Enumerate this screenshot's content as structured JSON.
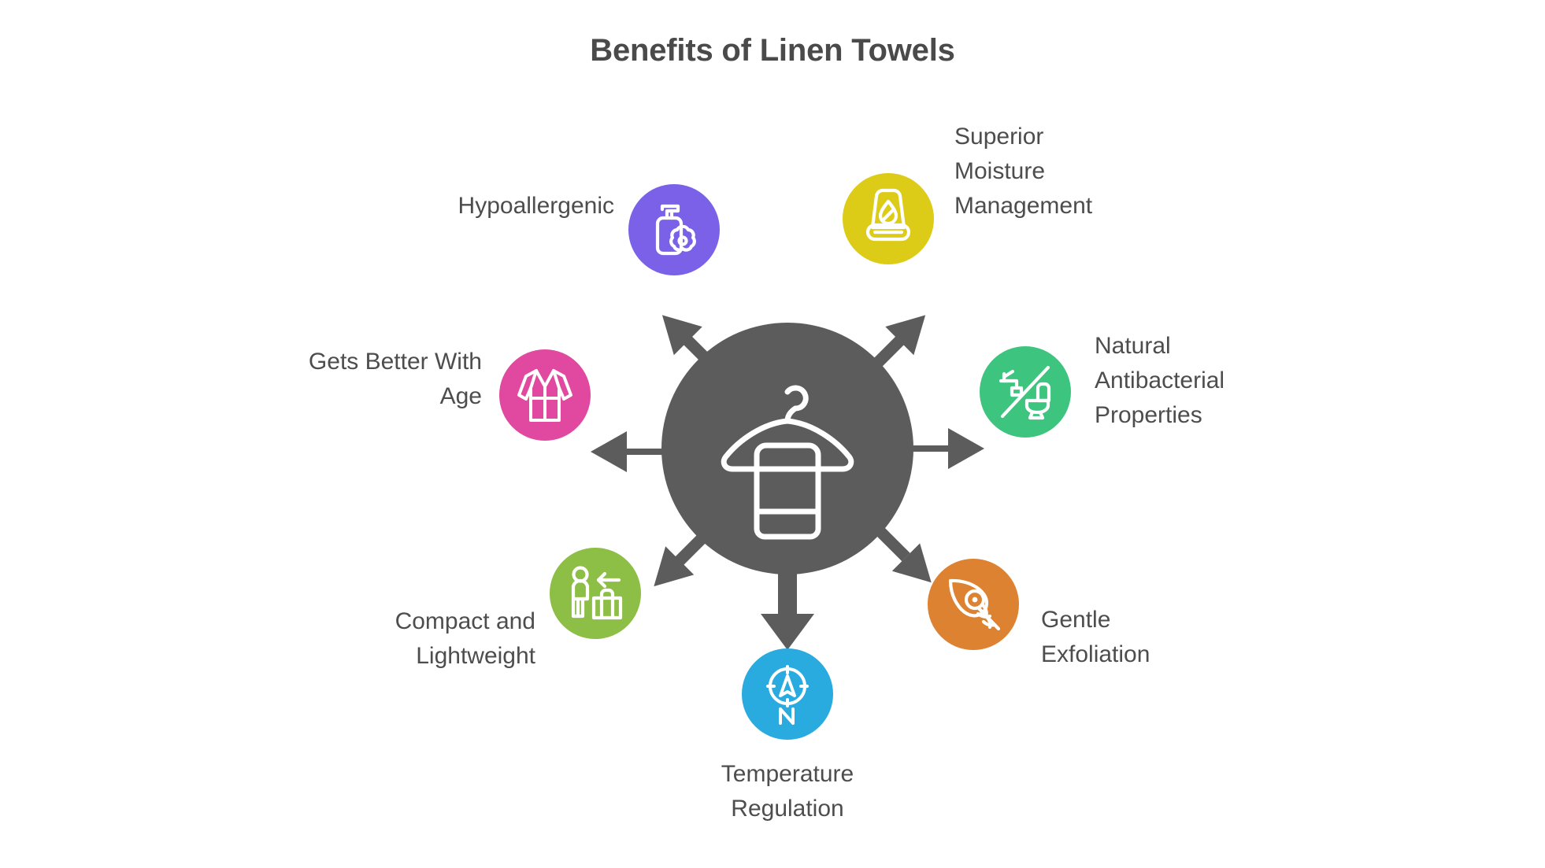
{
  "page": {
    "title": "Benefits of Linen Towels",
    "background_color": "#ffffff",
    "title_color": "#4a4a4a",
    "label_color": "#4d4d4d"
  },
  "hub": {
    "icon": "towel-on-hanger-icon",
    "color": "#5c5c5c",
    "arrow_count": 7,
    "arrow_directions": [
      "up-left",
      "up-right",
      "left",
      "right",
      "down-left",
      "down-right",
      "down"
    ]
  },
  "nodes": [
    {
      "id": "superior-moisture-management",
      "label": "Superior\nMoisture\nManagement",
      "color": "#dccc17",
      "icon": "folded-towel-water-drop-icon",
      "label_align": "left"
    },
    {
      "id": "hypoallergenic",
      "label": "Hypoallergenic",
      "color": "#7b61e8",
      "icon": "soap-dispenser-flower-icon",
      "label_align": "right"
    },
    {
      "id": "natural-antibacterial-properties",
      "label": "Natural\nAntibacterial\nProperties",
      "color": "#3dc47e",
      "icon": "faucet-toilet-icon",
      "label_align": "left"
    },
    {
      "id": "gets-better-with-age",
      "label": "Gets Better With\nAge",
      "color": "#e0499f",
      "icon": "bathrobe-icon",
      "label_align": "right"
    },
    {
      "id": "gentle-exfoliation",
      "label": "Gentle\nExfoliation",
      "color": "#dc8230",
      "icon": "leaf-spiral-icon",
      "label_align": "left"
    },
    {
      "id": "compact-and-lightweight",
      "label": "Compact and\nLightweight",
      "color": "#8dbe45",
      "icon": "traveler-suitcase-arrow-icon",
      "label_align": "right"
    },
    {
      "id": "temperature-regulation",
      "label": "Temperature\nRegulation",
      "color": "#29abdf",
      "icon": "compass-north-icon",
      "label_align": "center"
    }
  ]
}
